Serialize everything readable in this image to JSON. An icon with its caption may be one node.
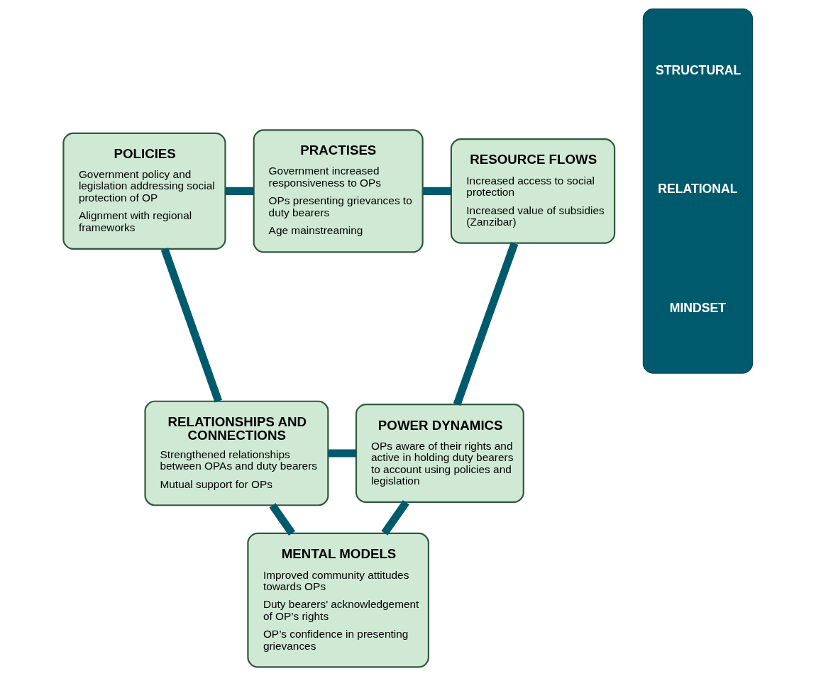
{
  "diagram": {
    "nodes": [
      {
        "text": [
          "POLICIES",
          "Government policy and legislation addressing social protection of OP",
          "Alignment with regional frameworks"
        ]
      },
      {
        "text": [
          "PRACTISES",
          "Government increased responsiveness to OPs",
          "OPs presenting grievances to duty bearers",
          "Age mainstreaming"
        ]
      },
      {
        "text": [
          "RESOURCE FLOWS",
          "Increased access to social protection",
          "Increased value of subsidies (Zanzibar)"
        ]
      },
      {
        "text": [
          "RELATIONSHIPS AND CONNECTIONS",
          "Strengthened relationships between OPAs and duty bearers",
          "Mutual support for OPs"
        ]
      },
      {
        "text": [
          "POWER DYNAMICS",
          "OPs aware of their rights and active in holding duty bearers to account using policies and legislation"
        ]
      },
      {
        "text": [
          "MENTAL MODELS",
          "Improved community attitudes towards OPs",
          "Duty bearers’ acknowledgement of OP’s rights",
          "OP’s confidence in presenting grievances"
        ]
      },
      {
        "text": [
          "STRUCTURAL",
          "RELATIONAL",
          "MINDSET"
        ]
      }
    ],
    "edges": [
      {
        "from": 0,
        "to": 1,
        "arrow": "none"
      },
      {
        "from": 1,
        "to": 2,
        "arrow": "none"
      },
      {
        "from": 0,
        "to": 3,
        "arrow": "none"
      },
      {
        "from": 2,
        "to": 4,
        "arrow": "none"
      },
      {
        "from": 3,
        "to": 4,
        "arrow": "none"
      },
      {
        "from": 3,
        "to": 5,
        "arrow": "none"
      },
      {
        "from": 4,
        "to": 5,
        "arrow": "none"
      }
    ]
  }
}
